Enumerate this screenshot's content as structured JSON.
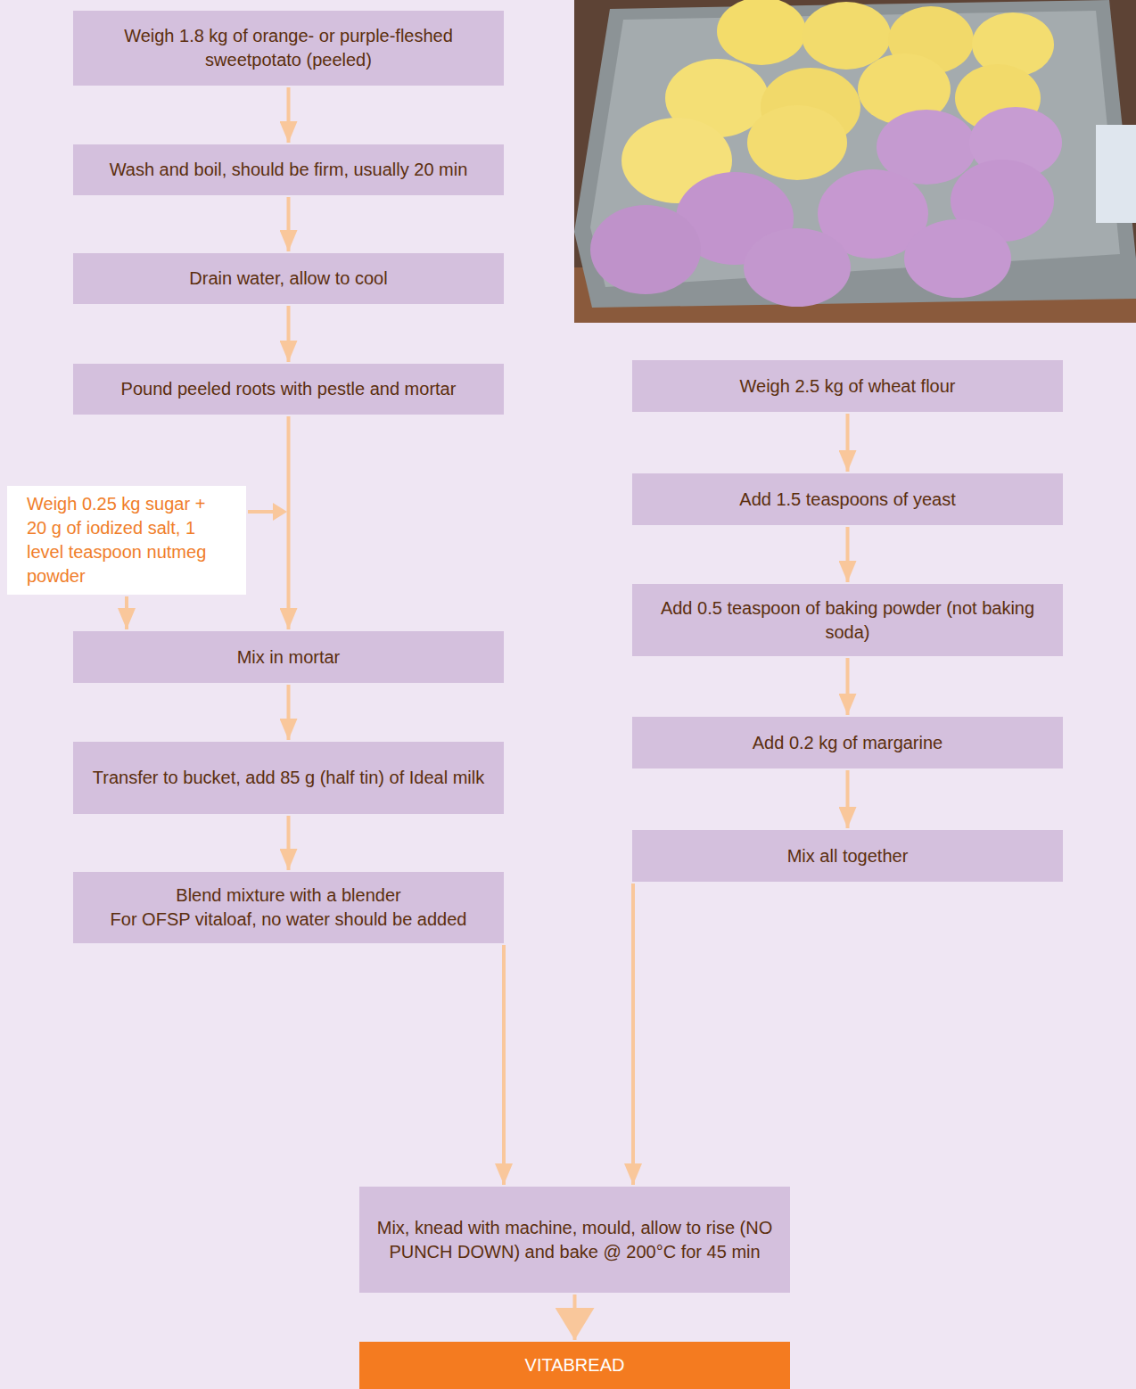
{
  "diagram": {
    "nodes": [
      {
        "text": [
          "Weigh 1.8 kg of orange- or purple-fleshed sweetpotato (peeled)"
        ]
      },
      {
        "text": [
          "Wash and boil, should be firm, usually 20 min"
        ]
      },
      {
        "text": [
          "Drain water, allow to cool"
        ]
      },
      {
        "text": [
          "Pound peeled roots with pestle and mortar"
        ]
      },
      {
        "text": [
          "Weigh 0.25 kg sugar + 20 g of iodized salt, 1 level teaspoon nutmeg powder"
        ]
      },
      {
        "text": [
          "Mix in mortar"
        ]
      },
      {
        "text": [
          "Transfer to bucket, add 85 g (half tin) of Ideal milk"
        ]
      },
      {
        "text": [
          "Blend mixture with a blender",
          "For OFSP vitaloaf, no water should be added"
        ]
      },
      {
        "text": [
          "Weigh 2.5 kg of wheat flour"
        ]
      },
      {
        "text": [
          "Add 1.5 teaspoons of yeast"
        ]
      },
      {
        "text": [
          "Add 0.5 teaspoon of baking powder (not baking soda)"
        ]
      },
      {
        "text": [
          "Add 0.2 kg of margarine"
        ]
      },
      {
        "text": [
          "Mix all together"
        ]
      },
      {
        "text": [
          "Mix, knead with machine, mould, allow to rise (NO PUNCH DOWN) and bake @ 200°C for 45 min"
        ]
      },
      {
        "text": [
          "VITABREAD"
        ]
      }
    ],
    "edges": [
      {
        "from": 0,
        "to": 1,
        "arrow": "to"
      },
      {
        "from": 1,
        "to": 2,
        "arrow": "to"
      },
      {
        "from": 2,
        "to": 3,
        "arrow": "to"
      },
      {
        "from": 3,
        "to": 5,
        "arrow": "to"
      },
      {
        "from": 4,
        "to": 5,
        "arrow": "to"
      },
      {
        "from": 5,
        "to": 6,
        "arrow": "to"
      },
      {
        "from": 6,
        "to": 7,
        "arrow": "to"
      },
      {
        "from": 7,
        "to": 13,
        "arrow": "to"
      },
      {
        "from": 8,
        "to": 9,
        "arrow": "to"
      },
      {
        "from": 9,
        "to": 10,
        "arrow": "to"
      },
      {
        "from": 10,
        "to": 11,
        "arrow": "to"
      },
      {
        "from": 11,
        "to": 12,
        "arrow": "to"
      },
      {
        "from": 12,
        "to": 13,
        "arrow": "to"
      },
      {
        "from": 13,
        "to": 14,
        "arrow": "to"
      }
    ]
  }
}
